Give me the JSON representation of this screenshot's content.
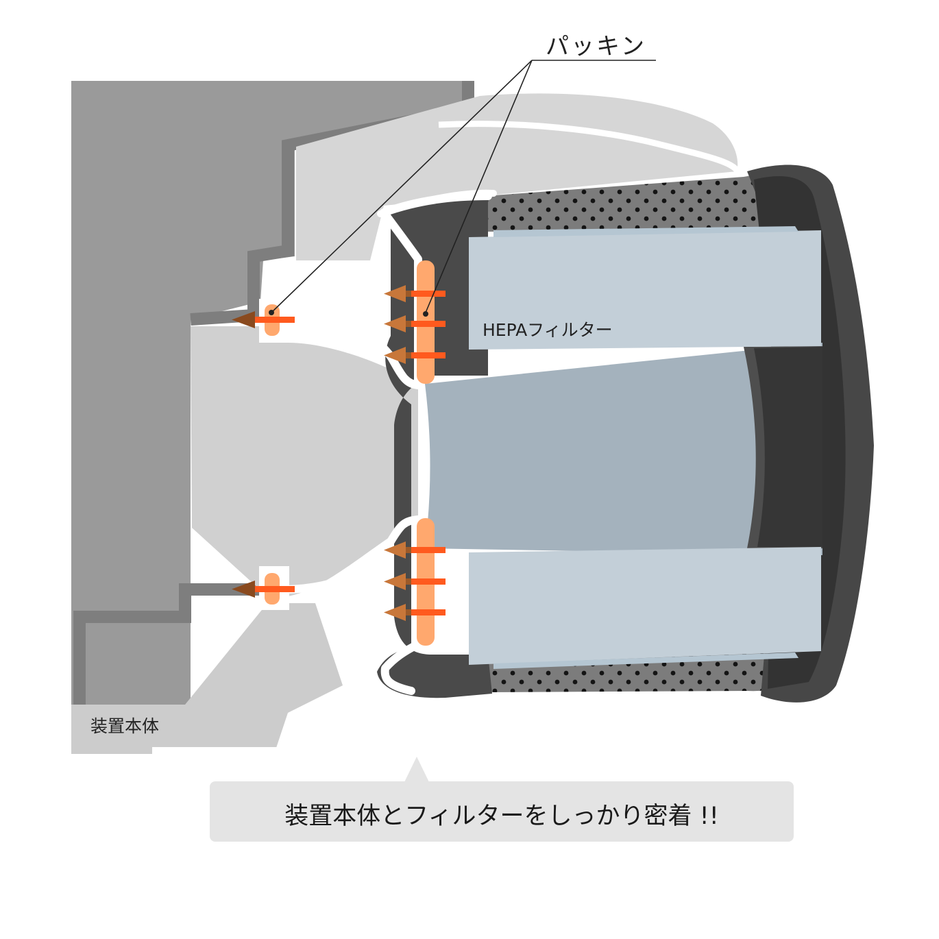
{
  "labels": {
    "gasket": "パッキン",
    "hepa_filter": "HEPAフィルター",
    "device_body": "装置本体"
  },
  "caption": {
    "text": "装置本体とフィルターをしっかり密着 !!"
  },
  "colors": {
    "body_dark": "#9a9a9a",
    "body_outline": "#7e7e7e",
    "body_light": "#d0d0d0",
    "filter_frame": "#4a4a4a",
    "filter_end_cap": "#333333",
    "filter_media": "#c3cfd8",
    "filter_core": "#a4b2bd",
    "mesh": "#7c7c7c",
    "gasket": "#ffa86e",
    "arrow_brown": "#9c5a28",
    "arrow_orange": "#ff5a1e",
    "caption_bg": "#e4e4e4"
  }
}
